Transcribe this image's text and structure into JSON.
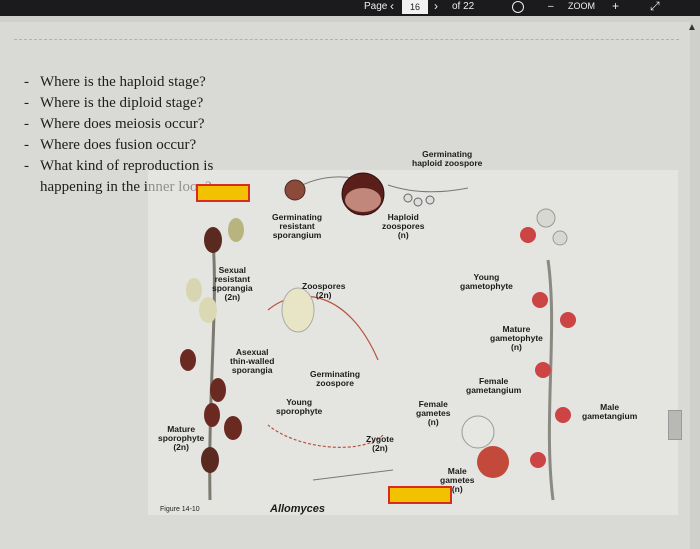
{
  "toolbar": {
    "page_label": "Page",
    "prev_icon": "chevron-left-icon",
    "page_number": "16",
    "next_icon": "chevron-right-icon",
    "of_total": "of 22",
    "rotate_icon": "rotate-icon",
    "zoom_out": "–",
    "zoom_label": "ZOOM",
    "zoom_in": "+",
    "expand_icon": "expand-icon"
  },
  "questions": [
    "Where is the haploid stage?",
    "Where is the diploid stage?",
    "Where does meiosis occur?",
    "Where does fusion occur?",
    "What kind of reproduction is",
    "happening in the inner loop?"
  ],
  "question_dash": "-",
  "diagram": {
    "labels": {
      "germinating_haploid": "Germinating\nhaploid zoospore",
      "germinating_resistant": "Germinating\nresistant\nsporangium",
      "haploid_zoospores": "Haploid\nzoospores\n(n)",
      "sexual_resistant": "Sexual\nresistant\nsporangia\n(2n)",
      "zoospores_2n": "Zoospores\n(2n)",
      "young_gametophyte": "Young\ngametophyte",
      "mature_gametophyte": "Mature\ngametophyte\n(n)",
      "asexual": "Asexual\nthin-walled\nsporangia",
      "germinating_zoospore": "Germinating\nzoospore",
      "female_gametangium": "Female\ngametangium",
      "young_sporophyte": "Young\nsporophyte",
      "male_gametangium": "Male\ngametangium",
      "female_gametes": "Female\ngametes\n(n)",
      "mature_sporophyte": "Mature\nsporophyte\n(2n)",
      "zygote": "Zygote\n(2n)",
      "male_gametes": "Male\ngametes\n(n)",
      "figure": "Figure 14-10",
      "genus": "Allomyces"
    }
  },
  "colors": {
    "highlight_fill": "#f2c200",
    "highlight_border": "#d62d1d",
    "toolbar_bg": "#1b1b1d"
  }
}
